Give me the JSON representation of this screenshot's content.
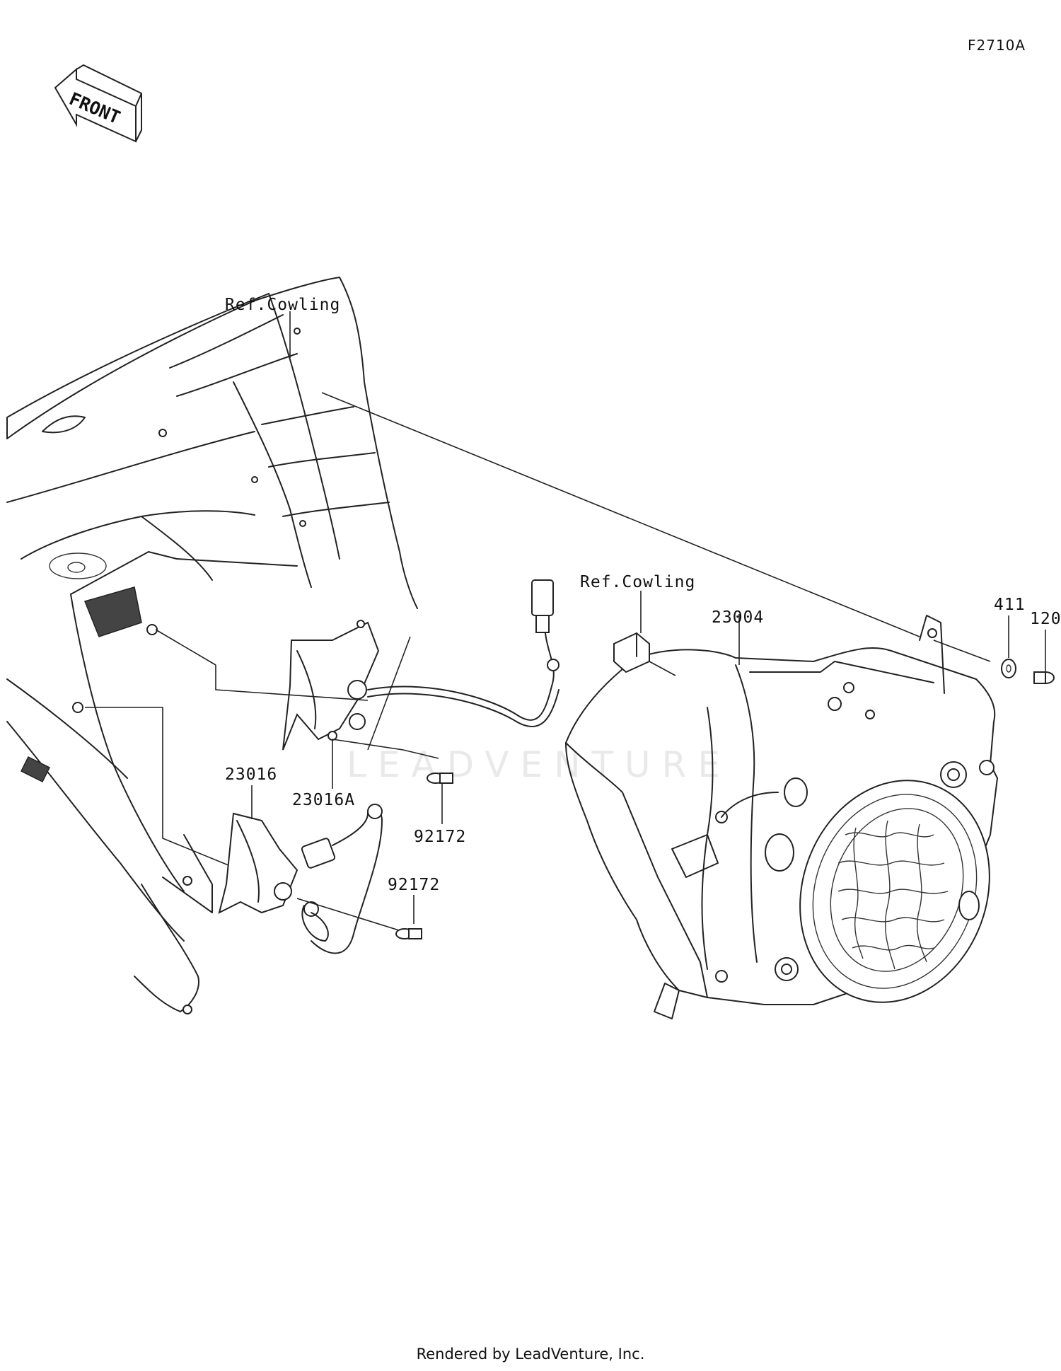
{
  "figure_code": "F2710A",
  "front_arrow": {
    "text": "FRONT",
    "icon": "front-arrow-icon"
  },
  "callouts": {
    "ref_cowling_1": "Ref.Cowling",
    "ref_cowling_2": "Ref.Cowling",
    "part_23004": "23004",
    "part_411": "411",
    "part_120": "120",
    "part_23016": "23016",
    "part_23016A": "23016A",
    "part_92172_a": "92172",
    "part_92172_b": "92172"
  },
  "watermark": "LEADVENTURE",
  "footer": "Rendered by LeadVenture, Inc."
}
